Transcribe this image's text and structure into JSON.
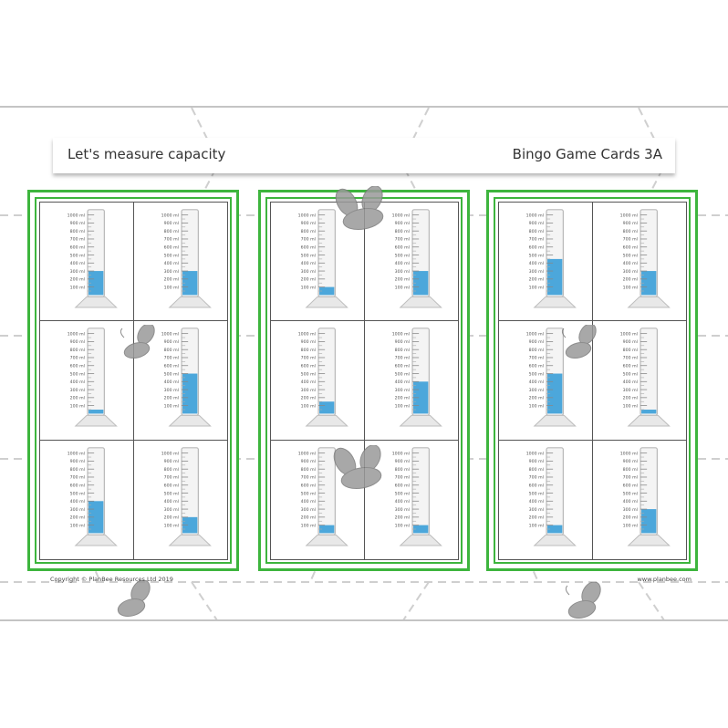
{
  "header": {
    "title": "Let's measure capacity",
    "subtitle": "Bingo Game Cards 3A"
  },
  "footer": {
    "copyright": "Copyright © PlanBee Resources Ltd 2019",
    "website": "www.planbee.com"
  },
  "scale_labels": [
    "1000 ml",
    "900 ml",
    "800 ml",
    "700 ml",
    "600 ml",
    "500 ml",
    "400 ml",
    "300 ml",
    "200 ml",
    "100 ml"
  ],
  "colors": {
    "card_border": "#3db53d",
    "liquid": "#3a9fd8",
    "bee": "#9a9a9a"
  },
  "cards": [
    {
      "cylinders_ml": [
        300,
        300,
        50,
        500,
        400,
        200
      ]
    },
    {
      "cylinders_ml": [
        100,
        300,
        150,
        400,
        100,
        100
      ]
    },
    {
      "cylinders_ml": [
        450,
        300,
        500,
        50,
        100,
        300
      ]
    }
  ]
}
